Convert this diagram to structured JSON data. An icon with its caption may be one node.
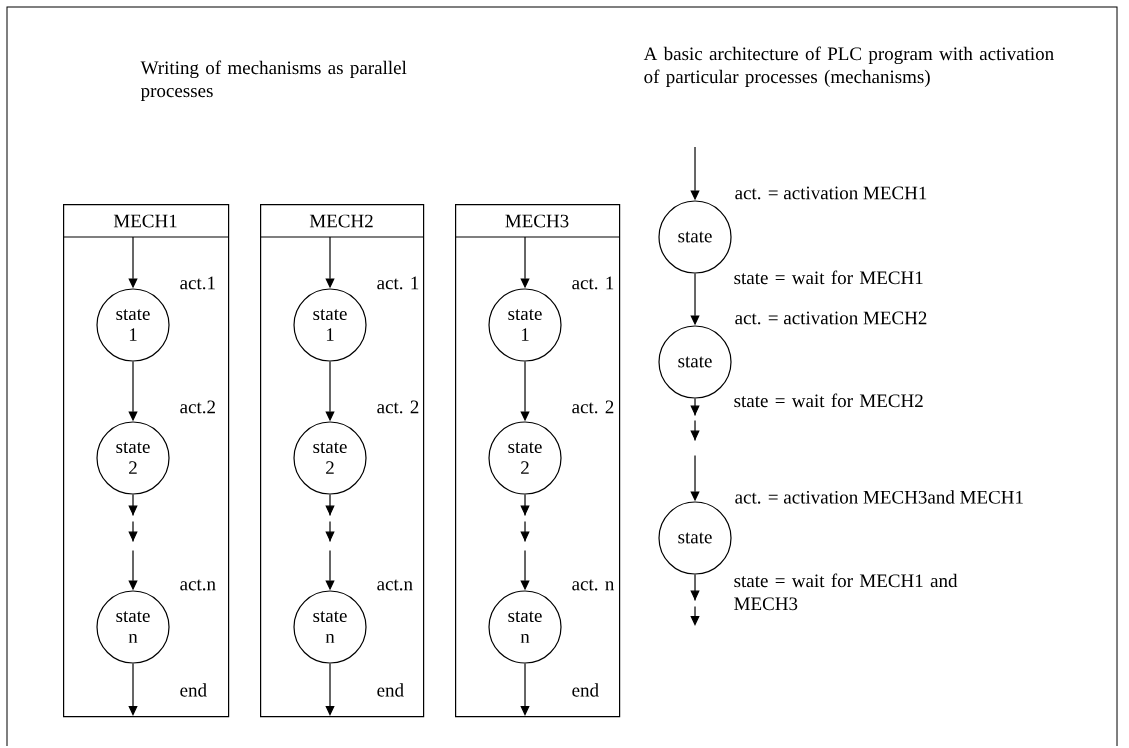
{
  "diagram": {
    "nodes": [
      {
        "text": [
          "MECH1"
        ]
      },
      {
        "text": [
          "state 1"
        ],
        "in": 0
      },
      {
        "text": [
          "state 2"
        ],
        "in": 0
      },
      {
        "text": [
          "state n"
        ],
        "in": 0
      },
      {
        "text": [
          "MECH2"
        ]
      },
      {
        "text": [
          "state 1"
        ],
        "in": 4
      },
      {
        "text": [
          "state 2"
        ],
        "in": 4
      },
      {
        "text": [
          "state n"
        ],
        "in": 4
      },
      {
        "text": [
          "MECH3"
        ]
      },
      {
        "text": [
          "state 1"
        ],
        "in": 8
      },
      {
        "text": [
          "state 2"
        ],
        "in": 8
      },
      {
        "text": [
          "state n"
        ],
        "in": 8
      },
      {
        "text": [
          "state"
        ],
        "beside": [
          "state = wait for MECH1"
        ]
      },
      {
        "text": [
          "state"
        ],
        "beside": [
          "state = wait for MECH2"
        ]
      },
      {
        "text": [
          "state"
        ],
        "beside": [
          "state = wait for MECH1 and MECH3"
        ]
      }
    ],
    "edges": [
      {
        "from": null,
        "to": 1,
        "arrow": "to",
        "label": "act.1"
      },
      {
        "from": 1,
        "to": 2,
        "arrow": "to",
        "label": "act.2"
      },
      {
        "from": 2,
        "to": 3,
        "arrow": "to",
        "label": "act.n",
        "style": "dashed"
      },
      {
        "from": 3,
        "to": null,
        "arrow": "to",
        "label": "end"
      },
      {
        "from": null,
        "to": 5,
        "arrow": "to",
        "label": "act. 1"
      },
      {
        "from": 5,
        "to": 6,
        "arrow": "to",
        "label": "act. 2"
      },
      {
        "from": 6,
        "to": 7,
        "arrow": "to",
        "label": "act.n",
        "style": "dashed"
      },
      {
        "from": 7,
        "to": null,
        "arrow": "to",
        "label": "end"
      },
      {
        "from": null,
        "to": 9,
        "arrow": "to",
        "label": "act. 1"
      },
      {
        "from": 9,
        "to": 10,
        "arrow": "to",
        "label": "act. 2"
      },
      {
        "from": 10,
        "to": 11,
        "arrow": "to",
        "label": "act. n",
        "style": "dashed"
      },
      {
        "from": 11,
        "to": null,
        "arrow": "to",
        "label": "end"
      },
      {
        "from": null,
        "to": 12,
        "arrow": "to",
        "label": "act. = activation MECH1"
      },
      {
        "from": 12,
        "to": 13,
        "arrow": "to",
        "label": "act. = activation MECH2"
      },
      {
        "from": 13,
        "to": 14,
        "arrow": "to",
        "label": "act. = activation MECH3and MECH1",
        "style": "dashed"
      },
      {
        "from": 14,
        "to": null,
        "arrow": "to",
        "style": "dashed"
      }
    ],
    "labels": [
      "Writing of mechanisms as parallel processes",
      "A basic architecture of PLC program with activation of particular processes (mechanisms)"
    ]
  }
}
